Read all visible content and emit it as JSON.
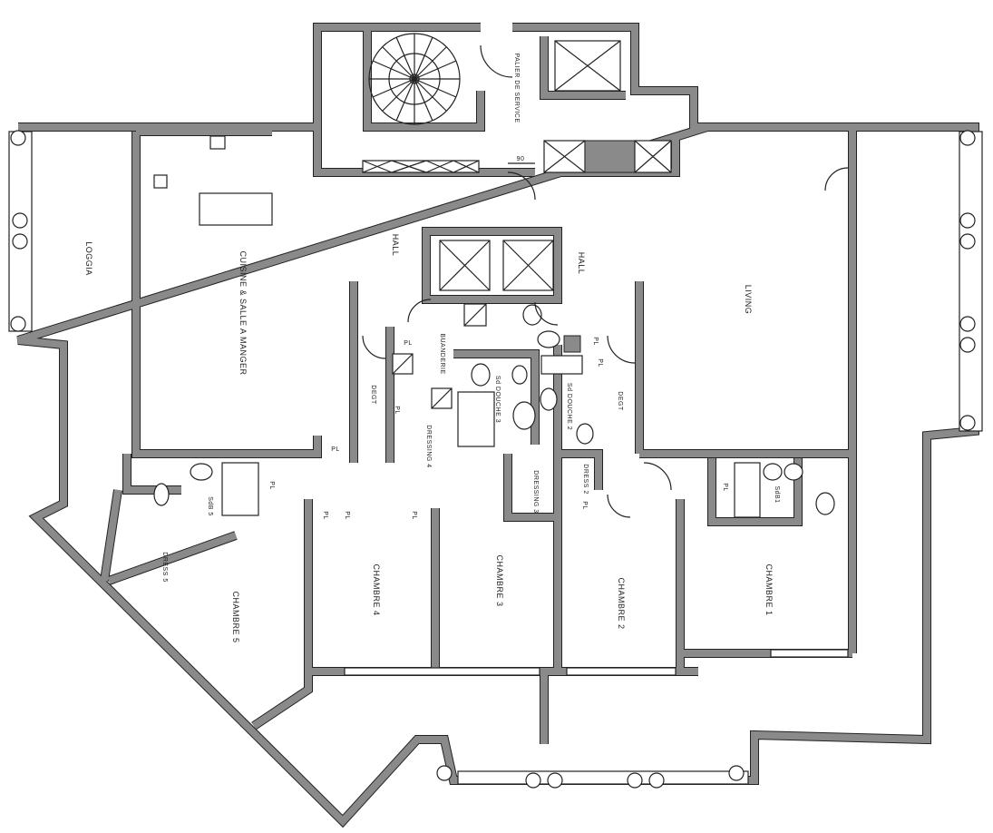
{
  "rooms": {
    "loggia": "LOGGIA",
    "kitchen": "CUISINE & SALLE A MANGER",
    "hall_left": "HALL",
    "hall_right": "HALL",
    "living": "LIVING",
    "service_landing": "PALIER DE SERVICE",
    "laundry": "BUANDERIE",
    "degt_left": "DEGT",
    "degt_right": "DEGT",
    "shower3": "Sd DOUCHE 3",
    "shower2": "Sd DOUCHE 2",
    "dressing4": "DRESSING 4",
    "dressing3": "DRESSING 3",
    "dress2": "DRESS 2",
    "bath5": "SdB 5",
    "bath1": "SdB1",
    "dress5": "DRESS 5",
    "bedroom5": "CHAMBRE 5",
    "bedroom4": "CHAMBRE 4",
    "bedroom3": "CHAMBRE 3",
    "bedroom2": "CHAMBRE 2",
    "bedroom1": "CHAMBRE 1"
  },
  "closet_label": "PL",
  "dimension": "90",
  "colors": {
    "wall": "#8a8a8a",
    "line": "#222222"
  }
}
